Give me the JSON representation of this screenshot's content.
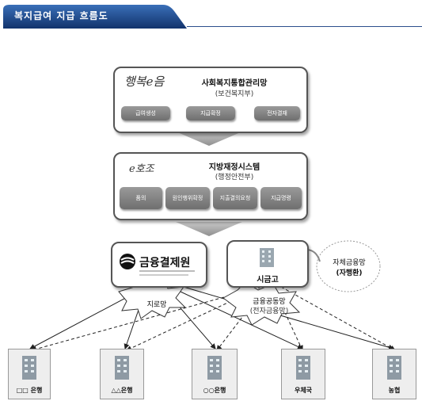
{
  "page_title": "복지급여 지급 흐름도",
  "welfare_system": {
    "logo_text": "행복e음",
    "name": "사회복지통합관리망",
    "org": "(보건복지부)",
    "steps": [
      "급여생성",
      "지급확정",
      "전자결재"
    ]
  },
  "local_finance_system": {
    "logo_text": "e호조",
    "name": "지방재정시스템",
    "org": "(행정안전부)",
    "steps": [
      "품의",
      "원인행위확정",
      "지출결의요청",
      "지급명령"
    ]
  },
  "kftc": {
    "logo_text": "금융결제원"
  },
  "city_treasury": {
    "name": "시금고",
    "self_network_line1": "자체금융망",
    "self_network_line2": "(자행환)"
  },
  "networks": {
    "giro": "지로망",
    "common_line1": "금융공동망",
    "common_line2": "(전자금융망)"
  },
  "banks": [
    "□□ 은행",
    "△△은행",
    "○○은행",
    "우체국",
    "농협"
  ]
}
